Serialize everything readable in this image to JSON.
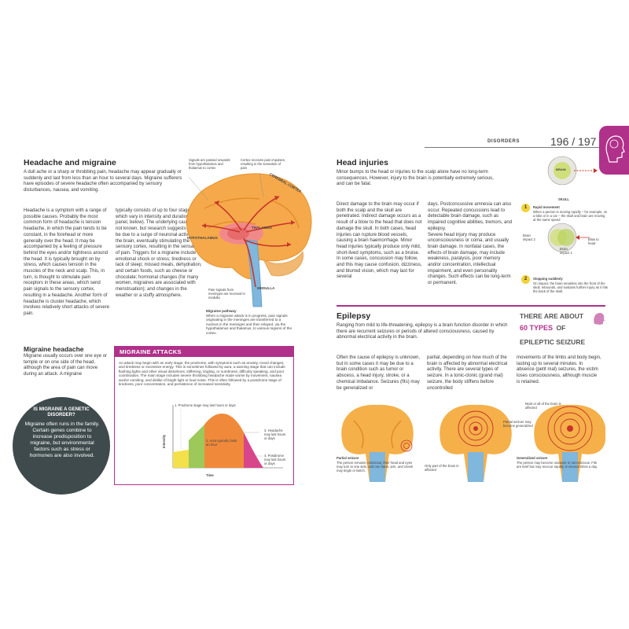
{
  "header": {
    "section": "DISORDERS",
    "page_numbers": "196 / 197",
    "accent": "#b0318a"
  },
  "headache": {
    "title": "Headache and migraine",
    "intro": "A dull ache or a sharp or throbbing pain, headache may appear gradually or suddenly and last from less than an hour to several days. Migraine sufferers have episodes of severe headache often accompanied by sensory disturbances, nausea, and vomiting.",
    "col1": "Headache is a symptom with a range of possible causes. Probably the most common form of headache is tension headache, in which the pain tends to be constant, in the forehead or more generally over the head. It may be accompanied by a feeling of pressure behind the eyes and/or tightness around the head. It is typically brought on by stress, which causes tension in the muscles of the neck and scalp. This, in turn, is thought to stimulate pain receptors in these areas, which send pain signals to the sensory cortex, resulting in a headache. Another form of headache is cluster headache, which involves relatively short attacks of severe pain.",
    "col2": "typically consists of up to four stages, which vary in intensity and duration (see panel, below). The underlying cause is not known, but research suggests it may be due to a surge of neuronal activity in the brain, eventually stimulating the sensory cortex, resulting in the sensation of pain. Triggers for a migraine include emotional shock or stress; tiredness or lack of sleep; missed meals, dehydration, and certain foods, such as cheese or chocolate; hormonal changes (for many women, migraines are associated with menstruation); and changes in the weather or a stuffy atmosphere.",
    "migraine_heading": "Migraine headache",
    "migraine_text": "Migraine usually occurs over one eye or temple or on one side of the head, although the area of pain can move during an attack. A migraine"
  },
  "brain_diagram": {
    "label_signals": "Signals are passed onwards from hypothalamus and thalamus to cortex",
    "label_cortex_receives": "Cortex receives pain impulses, resulting in the sensation of pain",
    "label_cerebral_cortex": "CEREBRAL CORTEX",
    "label_thalamus": "THALAMUS",
    "label_hypothalamus": "HYPOTHALAMUS",
    "label_medulla": "MEDULLA",
    "label_pain_signals": "Pain signals from meninges are received in medulla",
    "caption_title": "Migraine pathway",
    "caption_text": "When a migraine attack is in progress, pain signals originating in the meninges are transferred to a nucleus in the meninges and then relayed, via the hypothalamus and thalamus, to various regions of the cortex."
  },
  "genetic_box": {
    "question": "IS MIGRAINE A GENETIC DISORDER?",
    "answer": "Migraine often runs in the family. Certain genes combine to increase predisposition to migraine, but environmental factors such as stress or hormones are also involved."
  },
  "attacks_panel": {
    "title": "MIGRAINE ATTACKS",
    "text_top": "An attack may begin with an early stage, the prodrome, with symptoms such as anxiety, mood changes, and tiredness or excessive energy. This is sometimes followed by aura, a warning stage that can include flashing lights and other visual distortions; stiffening, tingling, or numbness; difficulty speaking, and poor coordination. The main stage includes severe throbbing headache made worse by movement, nausea and/or vomiting; and dislike of bright light or loud noise. This is often followed by a postdrome stage of tiredness, poor concentration, and persistence of increased sensitivity.",
    "chart_label_1": "1. Prodrome stage may last hours or days",
    "chart_label_2": "2. Aura typically lasts an hour",
    "chart_label_3": "3. Headache may last hours or days",
    "chart_label_4": "4. Postdrome may last hours or days",
    "y_axis": "Intensity",
    "x_axis": "Time"
  },
  "head_injuries": {
    "title": "Head injuries",
    "intro": "Minor bumps to the head or injuries to the scalp alone have no long-term consequences. However, injury to the brain is potentially extremely serious, and can be fatal.",
    "col1": "Direct damage to the brain may occur if both the scalp and the skull are penetrated. Indirect damage occurs as a result of a blow to the head that does not damage the skull. In both cases, head injuries can rupture blood vessels, causing a brain haemorrhage. Minor head injuries typically produce only mild, short-lived symptoms, such as a bruise. In some cases, concussion may follow, and this may cause confusion, dizziness, and blurred vision, which may last for several",
    "col2": "days. Postconcussive amnesia can also occur. Repeated concussions lead to detectable brain damage, such as impaired cognitive abilities, tremors, and epilepsy.\n   Severe head injury may produce unconsciousness or coma, and usually brain damage. In nonfatal cases, the effects of brain damage, may include weakness, paralysis, poor memory and/or concentration, intellectual impairment, and even personality changes. Such effects can be long-term or permanent.",
    "label_skull": "SKULL",
    "label_brain": "BRAIN",
    "step1_title": "Rapid movement",
    "step1_text": "When a person is moving rapidly – for example, on a bike or in a car – the skull and brain are moving at the same speed",
    "label_impact2": "Brain impact 2",
    "label_impact1": "Brain impact 1",
    "label_blow": "Blow to head",
    "step2_title": "Stopping suddenly",
    "step2_text": "On impact, the brain smashes into the front of the skull, rebounds, and sustains further injury as it hits the back of the skull.",
    "num1": "1",
    "num2": "2"
  },
  "epilepsy": {
    "title": "Epilepsy",
    "intro": "Ranging from mild to life-threatening, epilepsy is a brain function disorder in which there are recurrent seizures or periods of altered consciousness, caused by abnormal electrical activity in the brain.",
    "fact_prefix": "THERE ARE ABOUT",
    "fact_bold": "60 TYPES",
    "fact_suffix": "OF EPILEPTIC SEIZURE",
    "col1": "Often the cause of epilepsy is unknown, but in some cases it may be due to a brain condition such as tumor or abscess, a head injury, stroke, or a chemical imbalance. Seizures (fits) may be generalized or",
    "col2": "partial, depending on how much of the brain is affected by abnormal electrical activity. There are several types of seizure. In a tonic-clonic (grand mal) seizure, the body stiffens before uncontrolled",
    "col3": "movements of the limbs and body begin, lasting up to several minutes. In absence (petit mal) seizures, the victim loses consciousness, although muscle is retained.",
    "partial_title": "Partial seizure",
    "partial_text": "The person remains conscious; their head and eyes may turn to one side, and one hand, arm, and cheek may tingle or twitch.",
    "label_part": "Only part of the brain is affected",
    "label_general": "Partial seizure may become generalized",
    "label_most": "Most or all of the brain is affected",
    "general_title": "Generalized seizure",
    "general_text": "The person may become unaware or unconscious. Fits are brief but may reoccur rapidly or several times a day."
  }
}
